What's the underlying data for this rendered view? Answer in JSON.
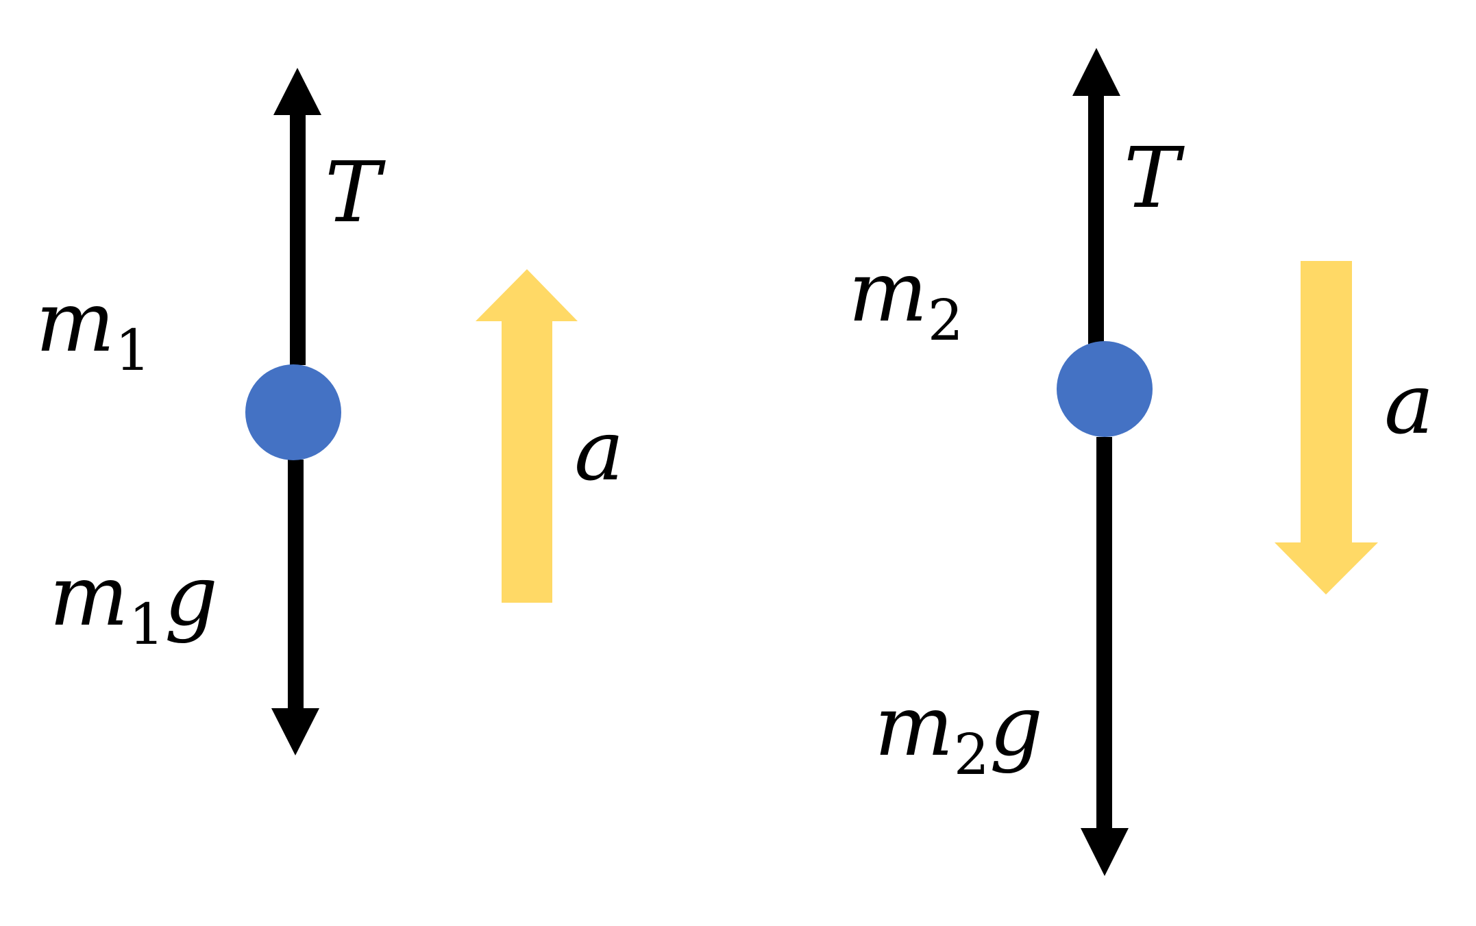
{
  "colors": {
    "mass": "#4472C4",
    "force_arrow": "#000000",
    "acceleration_arrow": "#FFD966"
  },
  "left_body": {
    "mass_symbol": "m",
    "mass_subscript": "1",
    "tension_label": "T",
    "weight_symbol": "m",
    "weight_subscript": "1",
    "weight_suffix": "g",
    "acceleration_label": "a",
    "acceleration_direction": "up"
  },
  "right_body": {
    "mass_symbol": "m",
    "mass_subscript": "2",
    "tension_label": "T",
    "weight_symbol": "m",
    "weight_subscript": "2",
    "weight_suffix": "g",
    "acceleration_label": "a",
    "acceleration_direction": "down"
  }
}
